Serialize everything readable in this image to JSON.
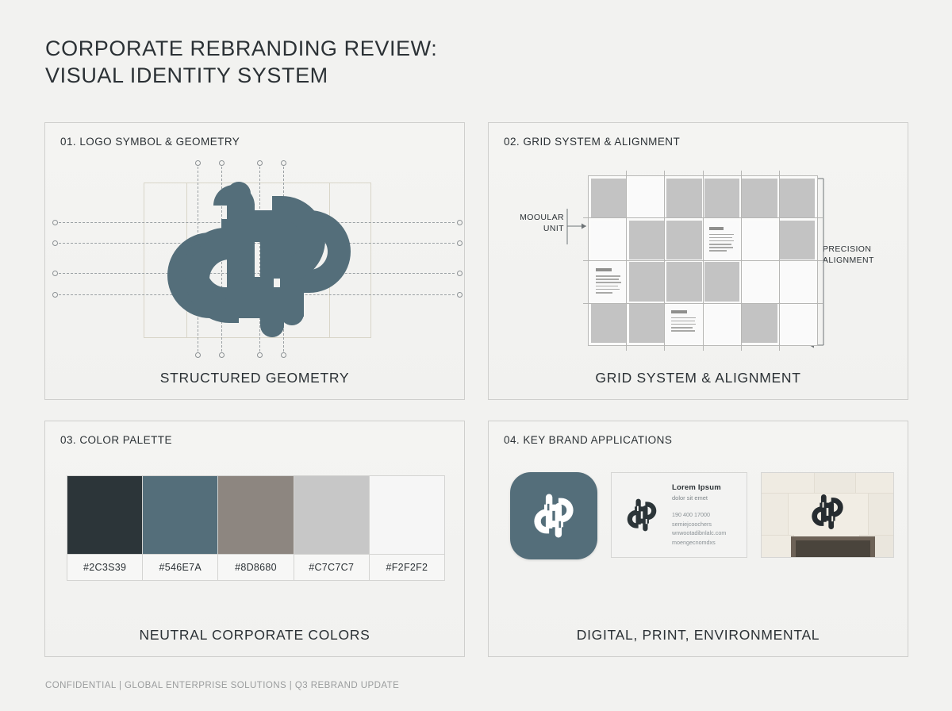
{
  "deck": {
    "title": "CORPORATE REBRANDING REVIEW:\nVISUAL IDENTITY SYSTEM",
    "footer": "CONFIDENTIAL | GLOBAL ENTERPRISE SOLUTIONS | Q3 REBRAND UPDATE"
  },
  "panels": {
    "logo": {
      "label": "01. LOGO SYMBOL & GEOMETRY",
      "caption": "STRUCTURED GEOMETRY"
    },
    "grid": {
      "label": "02. GRID SYSTEM & ALIGNMENT",
      "caption": "GRID SYSTEM & ALIGNMENT",
      "left_annotation": "MOOULAR\nUNIT",
      "right_annotation": "PRECISION\nALIGNMENT"
    },
    "color": {
      "label": "03. COLOR PALETTE",
      "caption": "NEUTRAL CORPORATE COLORS"
    },
    "apps": {
      "label": "04. KEY BRAND APPLICATIONS",
      "caption": "DIGITAL, PRINT, ENVIRONMENTAL"
    }
  },
  "palette": [
    {
      "hex_label": "#2C3S39",
      "color": "#2c3539"
    },
    {
      "hex_label": "#546E7A",
      "color": "#546e7a"
    },
    {
      "hex_label": "#8D8680",
      "color": "#8d8680"
    },
    {
      "hex_label": "#C7C7C7",
      "color": "#c7c7c7"
    },
    {
      "hex_label": "#F2F2F2",
      "color": "#f2f2f2"
    }
  ],
  "business_card": {
    "name": "Lorem Ipsum",
    "subtitle": "dolor sit emet",
    "contact": "190 400 17000\nsemiejcoochers\nwnwootadibnlalc.com\nmoengecnomdxs"
  },
  "brand_colors": {
    "logo_blue": "#546e7a",
    "ink": "#2c3539",
    "page_bg": "#f2f2f0"
  },
  "chart_data": {
    "type": "table",
    "title": "Neutral Corporate Colors",
    "categories": [
      "#2C3S39",
      "#546E7A",
      "#8D8680",
      "#C7C7C7",
      "#F2F2F2"
    ],
    "values": [
      "#2c3539",
      "#546e7a",
      "#8d8680",
      "#c7c7c7",
      "#f2f2f2"
    ]
  },
  "grid_spec": {
    "columns": 6,
    "rows": 4,
    "cells": [
      "fill",
      "empty",
      "fill",
      "fill",
      "fill",
      "fill",
      "empty",
      "fill",
      "fill",
      "text",
      "empty",
      "fill",
      "text",
      "fill",
      "fill",
      "fill",
      "empty",
      "empty",
      "fill",
      "fill",
      "text",
      "empty",
      "fill",
      "empty"
    ]
  }
}
